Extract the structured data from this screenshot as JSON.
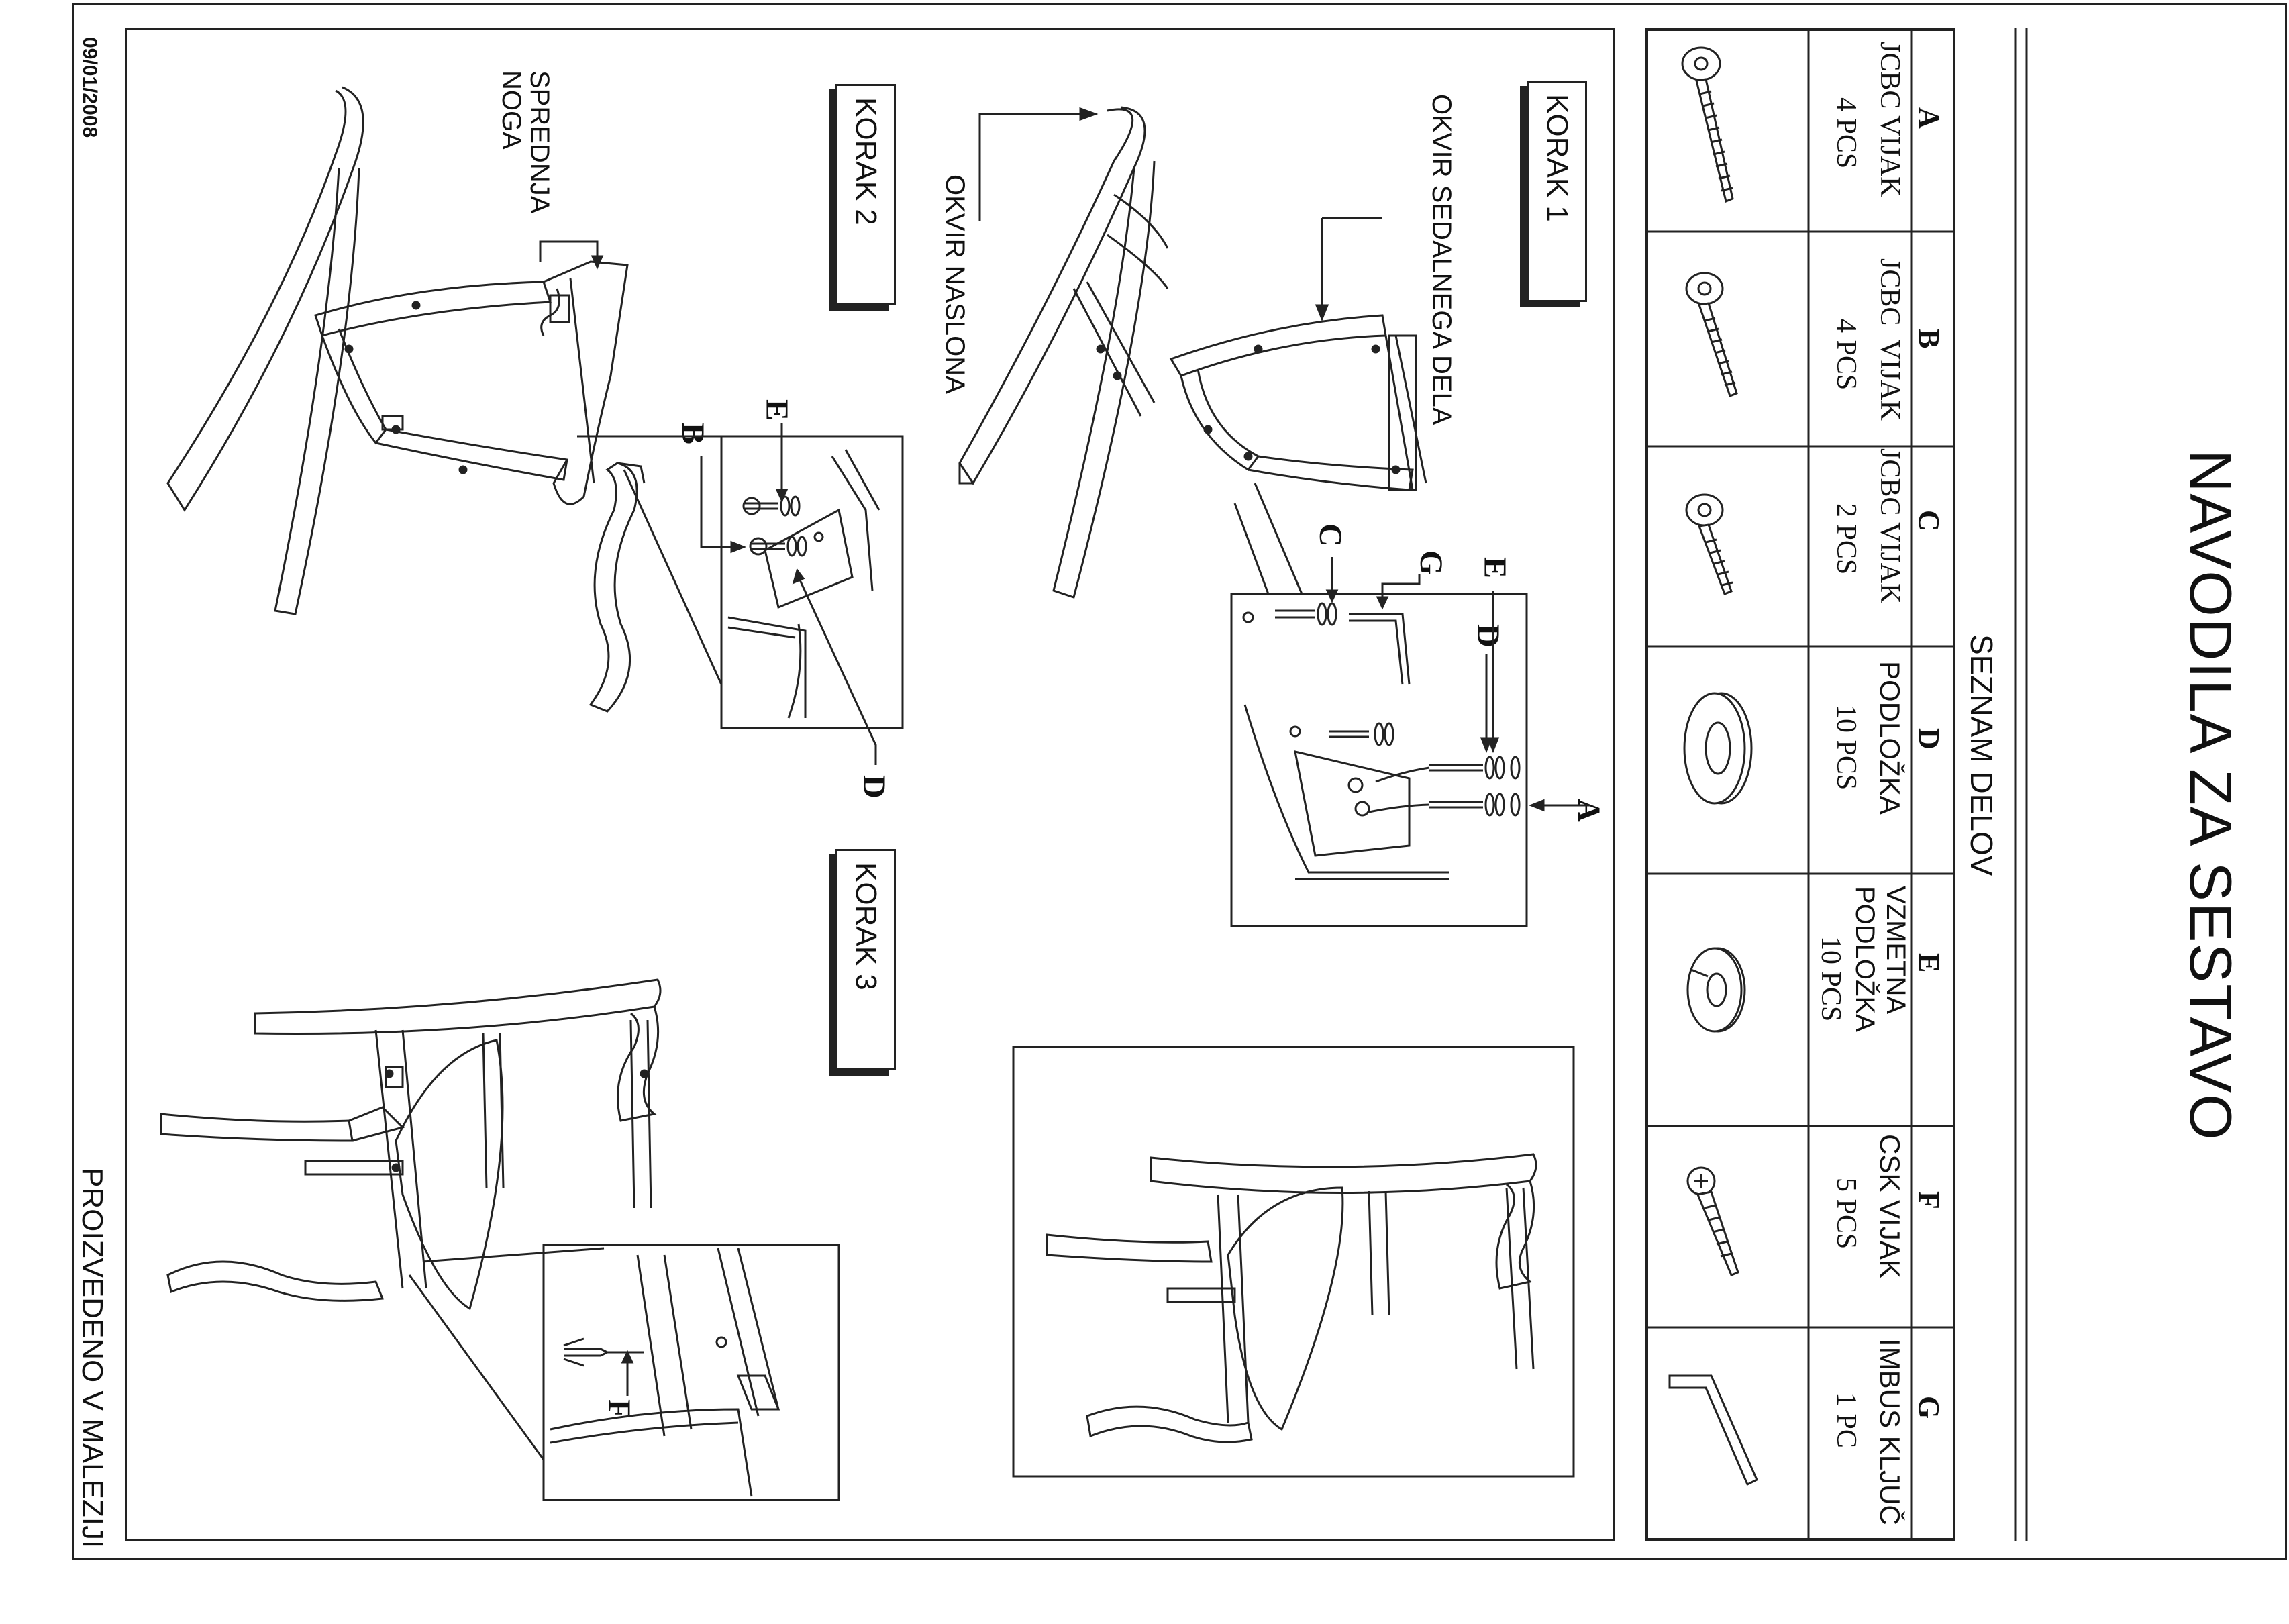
{
  "document": {
    "title": "NAVODILA ZA SESTAVO",
    "date": "09/01/2008",
    "footer": "PROIZVEDENO V MALEZIJI"
  },
  "parts_list": {
    "heading": "SEZNAM DELOV",
    "parts": [
      {
        "letter": "A",
        "name": "JCBC VIJAK",
        "qty": "4 PCS",
        "icon": "long-screw-icon"
      },
      {
        "letter": "B",
        "name": "JCBC  VIJAK",
        "qty": "4 PCS",
        "icon": "medium-screw-icon"
      },
      {
        "letter": "C",
        "name": "JCBC VIJAK",
        "qty": "2 PCS",
        "icon": "short-screw-icon"
      },
      {
        "letter": "D",
        "name": "PODLOŽKA",
        "qty": "10 PCS",
        "icon": "flat-washer-icon"
      },
      {
        "letter": "E",
        "name": "VZMETNA\nPODLOŽKA",
        "qty": "10 PCS",
        "icon": "spring-washer-icon"
      },
      {
        "letter": "F",
        "name": "CSK VIJAK",
        "qty": "5 PCS",
        "icon": "countersunk-screw-icon"
      },
      {
        "letter": "G",
        "name": "IMBUS KLJUČ",
        "qty": "1 PC",
        "icon": "allen-key-icon"
      }
    ]
  },
  "steps": {
    "step1": {
      "label": "KORAK 1",
      "seat_frame_label": "OKVIR SEDALNEGA DELA",
      "back_frame_label": "OKVIR NASLONA",
      "callouts": [
        "A",
        "C",
        "D",
        "E",
        "G"
      ]
    },
    "step2": {
      "label": "KORAK 2",
      "front_leg_label": "SPREDNJA\nNOGA",
      "callouts": [
        "B",
        "D",
        "E"
      ]
    },
    "step3": {
      "label": "KORAK 3",
      "callouts": [
        "F"
      ]
    }
  }
}
